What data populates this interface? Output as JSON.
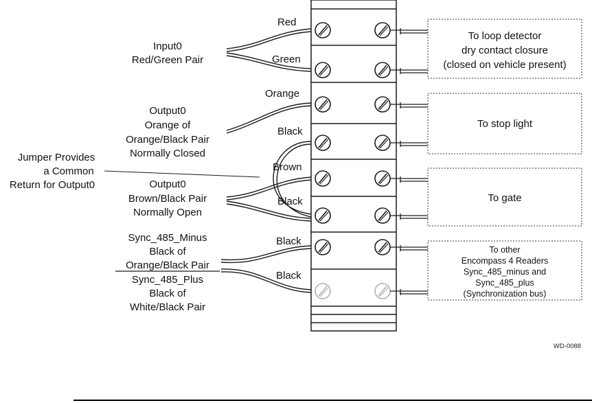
{
  "wire_labels": [
    "Red",
    "Green",
    "Orange",
    "Black",
    "Brown",
    "Black",
    "Black",
    "Black"
  ],
  "left_labels": {
    "input0": [
      "Input0",
      "Red/Green Pair"
    ],
    "output0_nc": [
      "Output0",
      "Orange of",
      "Orange/Black Pair",
      "Normally Closed"
    ],
    "jumper": [
      "Jumper Provides",
      "a Common",
      "Return for Output0"
    ],
    "output0_no": [
      "Output0",
      "Brown/Black Pair",
      "Normally Open"
    ],
    "sync_minus": [
      "Sync_485_Minus",
      "Black of",
      "Orange/Black Pair"
    ],
    "sync_plus": [
      "Sync_485_Plus",
      "Black of",
      "White/Black Pair"
    ]
  },
  "right_boxes": {
    "loop_detector": [
      "To loop detector",
      "dry contact closure",
      "(closed on vehicle present)"
    ],
    "stop_light": [
      "To stop light"
    ],
    "gate": [
      "To gate"
    ],
    "other_readers": [
      "To other",
      "Encompass 4 Readers",
      "Sync_485_minus and",
      "Sync_485_plus",
      "(Synchronization bus)"
    ]
  },
  "drawing_id": "WD-0088",
  "colors": {
    "line": "#1a1a1a",
    "faded": "#b0b0b0",
    "box_border": "#333333"
  }
}
